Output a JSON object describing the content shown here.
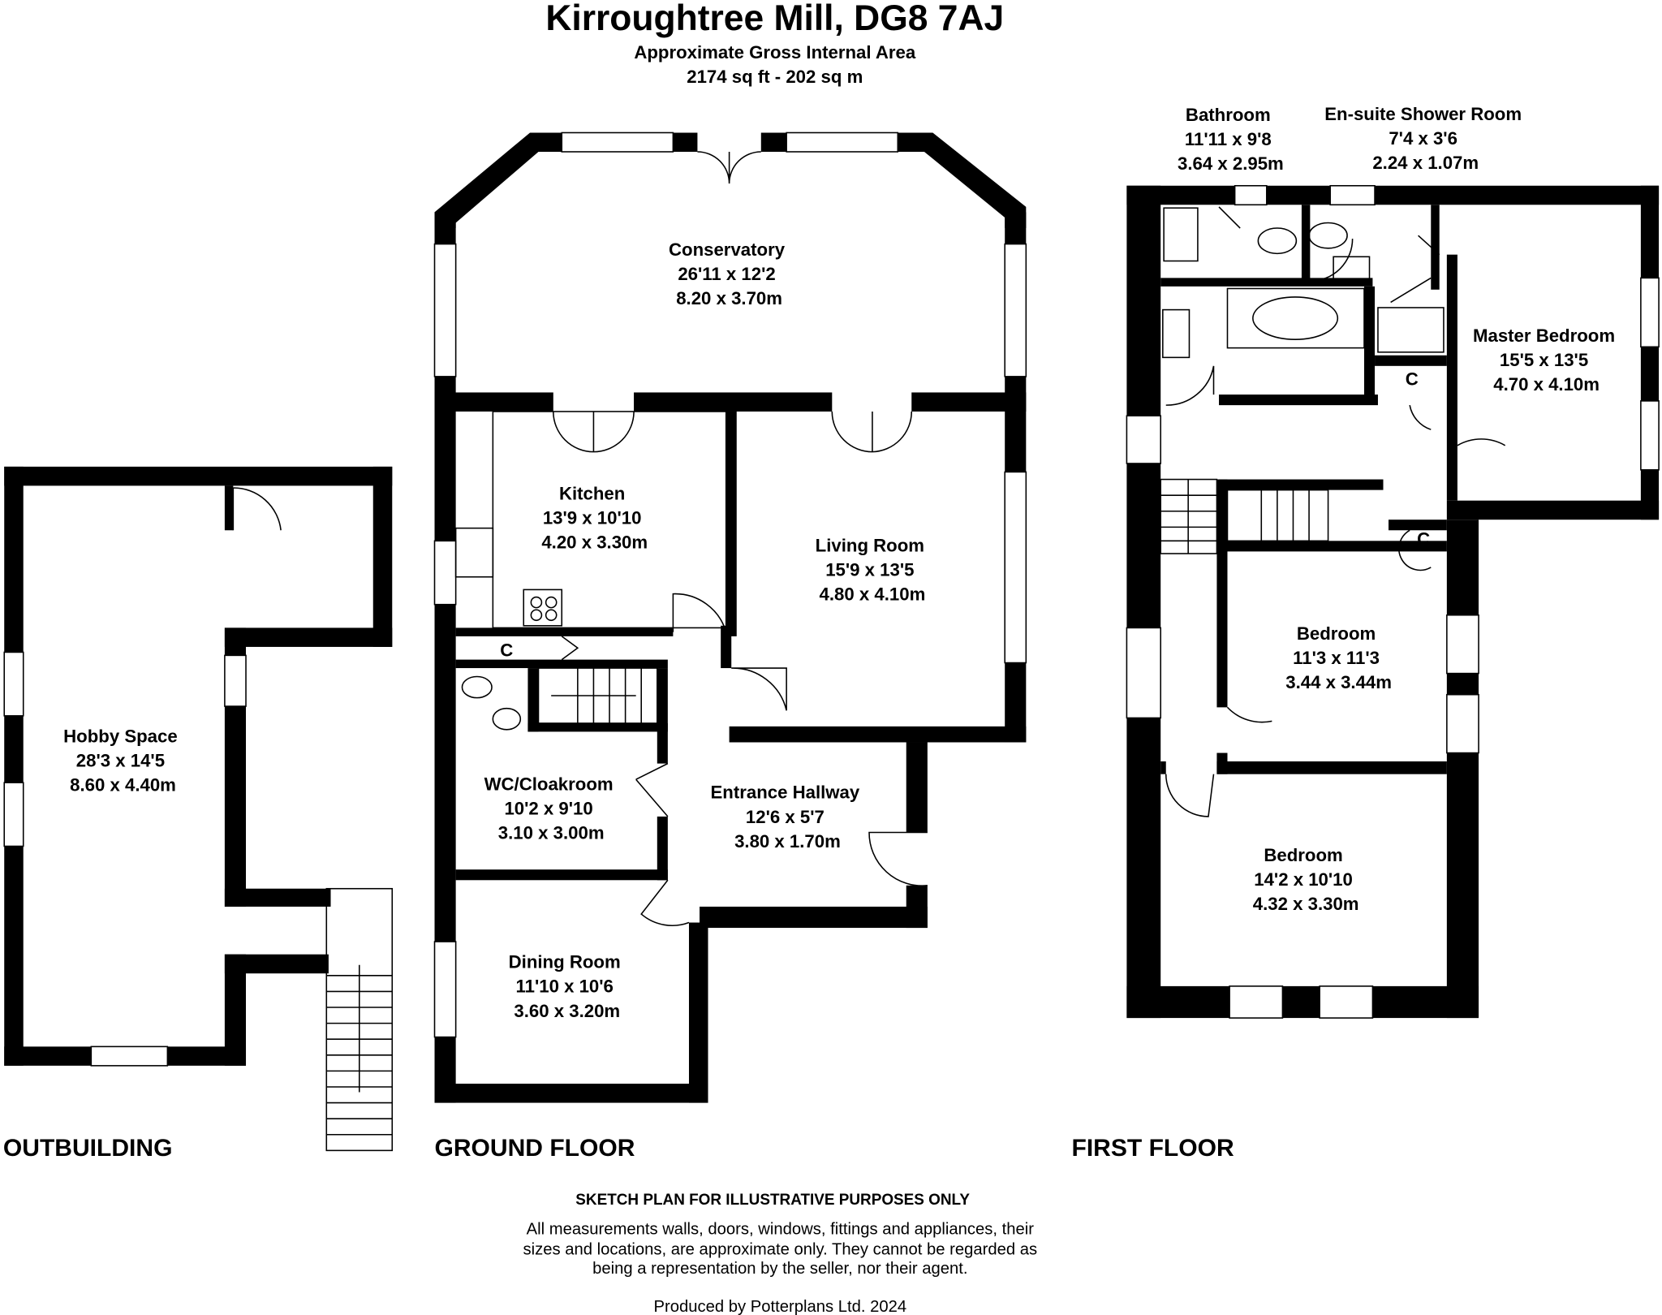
{
  "header": {
    "title": "Kirroughtree Mill, DG8 7AJ",
    "subtitle": "Approximate Gross Internal Area",
    "area": "2174 sq ft - 202 sq m"
  },
  "floors": {
    "outbuilding": "OUTBUILDING",
    "ground": "GROUND FLOOR",
    "first": "FIRST FLOOR"
  },
  "rooms": {
    "hobby": {
      "name": "Hobby Space",
      "imperial": "28'3 x 14'5",
      "metric": "8.60 x 4.40m"
    },
    "conservatory": {
      "name": "Conservatory",
      "imperial": "26'11 x 12'2",
      "metric": "8.20 x 3.70m"
    },
    "kitchen": {
      "name": "Kitchen",
      "imperial": "13'9 x 10'10",
      "metric": "4.20 x 3.30m"
    },
    "living": {
      "name": "Living Room",
      "imperial": "15'9 x 13'5",
      "metric": "4.80 x 4.10m"
    },
    "wc": {
      "name": "WC/Cloakroom",
      "imperial": "10'2 x 9'10",
      "metric": "3.10 x 3.00m"
    },
    "hallway": {
      "name": "Entrance Hallway",
      "imperial": "12'6 x 5'7",
      "metric": "3.80 x 1.70m"
    },
    "dining": {
      "name": "Dining Room",
      "imperial": "11'10 x 10'6",
      "metric": "3.60 x 3.20m"
    },
    "bathroom": {
      "name": "Bathroom",
      "imperial": "11'11 x 9'8",
      "metric": "3.64 x 2.95m"
    },
    "ensuite": {
      "name": "En-suite Shower Room",
      "imperial": "7'4 x 3'6",
      "metric": "2.24 x 1.07m"
    },
    "master": {
      "name": "Master Bedroom",
      "imperial": "15'5 x 13'5",
      "metric": "4.70 x 4.10m"
    },
    "bedroom2": {
      "name": "Bedroom",
      "imperial": "11'3 x 11'3",
      "metric": "3.44 x 3.44m"
    },
    "bedroom3": {
      "name": "Bedroom",
      "imperial": "14'2 x 10'10",
      "metric": "4.32 x 3.30m"
    }
  },
  "cupboard_label": "C",
  "footer": {
    "disclaimer_title": "SKETCH PLAN FOR ILLUSTRATIVE PURPOSES ONLY",
    "disclaimer_line1": "All measurements walls, doors, windows, fittings and appliances, their",
    "disclaimer_line2": "sizes and locations, are approximate only. They cannot be regarded as",
    "disclaimer_line3": "being a representation by the seller, nor their agent.",
    "credit": "Produced by Potterplans Ltd. 2024"
  }
}
